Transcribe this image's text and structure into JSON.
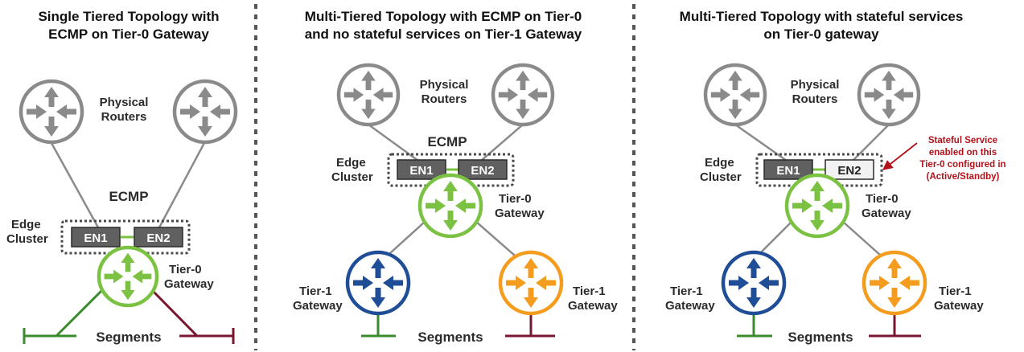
{
  "colors": {
    "router_gray": "#8a8a8a",
    "router_green": "#7cc242",
    "router_blue": "#1f4e96",
    "router_orange": "#f39c1e",
    "segment_green": "#3b8a2e",
    "segment_maroon": "#7a1530",
    "note_red": "#b3121b",
    "en_active": "#606060",
    "en_standby": "#f2f2f2",
    "divider": "#555555"
  },
  "panels": [
    {
      "title_lines": [
        "Single Tiered Topology with",
        "ECMP on Tier-0 Gateway"
      ],
      "physical_routers_lines": [
        "Physical",
        "Routers"
      ],
      "ecmp": "ECMP",
      "edge_cluster_lines": [
        "Edge",
        "Cluster"
      ],
      "en1": "EN1",
      "en2": "EN2",
      "tier0_lines": [
        "Tier-0",
        "Gateway"
      ],
      "segments": "Segments"
    },
    {
      "title_lines": [
        "Multi-Tiered Topology with ECMP on Tier-0",
        "and no stateful services on Tier-1 Gateway"
      ],
      "physical_routers_lines": [
        "Physical",
        "Routers"
      ],
      "ecmp": "ECMP",
      "edge_cluster_lines": [
        "Edge",
        "Cluster"
      ],
      "en1": "EN1",
      "en2": "EN2",
      "tier0_lines": [
        "Tier-0",
        "Gateway"
      ],
      "tier1_left_lines": [
        "Tier-1",
        "Gateway"
      ],
      "tier1_right_lines": [
        "Tier-1",
        "Gateway"
      ],
      "segments": "Segments"
    },
    {
      "title_lines": [
        "Multi-Tiered Topology with stateful services",
        "on Tier-0 gateway"
      ],
      "physical_routers_lines": [
        "Physical",
        "Routers"
      ],
      "edge_cluster_lines": [
        "Edge",
        "Cluster"
      ],
      "en1": "EN1",
      "en2": "EN2",
      "tier0_lines": [
        "Tier-0",
        "Gateway"
      ],
      "tier1_left_lines": [
        "Tier-1",
        "Gateway"
      ],
      "tier1_right_lines": [
        "Tier-1",
        "Gateway"
      ],
      "segments": "Segments",
      "stateful_note_lines": [
        "Stateful Service",
        "enabled on this",
        "Tier-0 configured in",
        "(Active/Standby)"
      ]
    }
  ]
}
